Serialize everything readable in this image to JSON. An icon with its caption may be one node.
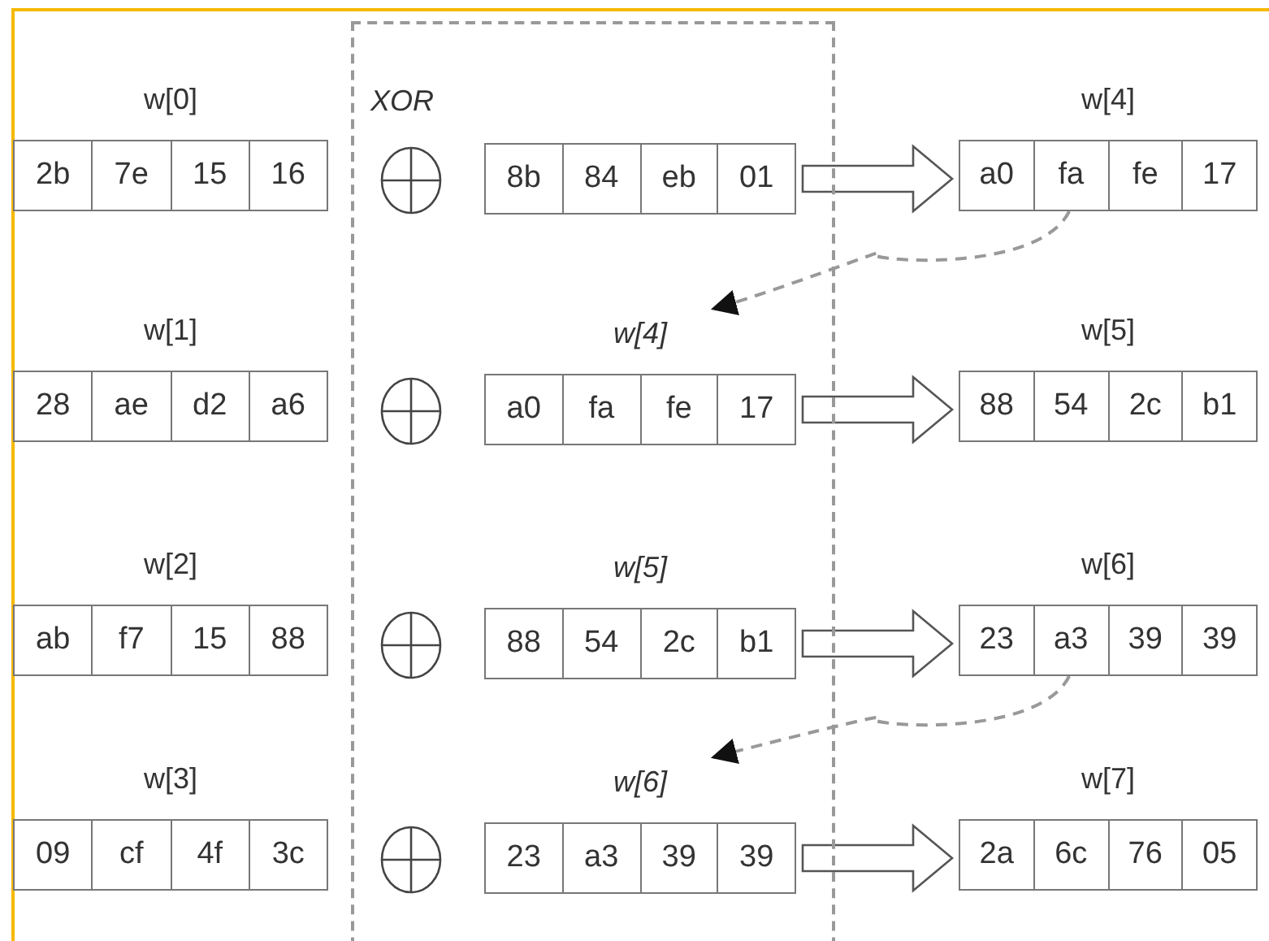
{
  "diagram": {
    "nodes": [
      {
        "text": [
          "w[0]",
          "2b",
          "7e",
          "15",
          "16"
        ]
      },
      {
        "text": [
          "XOR"
        ]
      },
      {
        "text": [
          "8b",
          "84",
          "eb",
          "01"
        ],
        "in": 1
      },
      {
        "text": [
          "w[4]",
          "a0",
          "fa",
          "fe",
          "17"
        ]
      },
      {
        "text": [
          "w[1]",
          "28",
          "ae",
          "d2",
          "a6"
        ]
      },
      {
        "text": [
          "w[4]",
          "a0",
          "fa",
          "fe",
          "17"
        ],
        "in": 1
      },
      {
        "text": [
          "w[5]",
          "88",
          "54",
          "2c",
          "b1"
        ]
      },
      {
        "text": [
          "w[2]",
          "ab",
          "f7",
          "15",
          "88"
        ]
      },
      {
        "text": [
          "w[5]",
          "88",
          "54",
          "2c",
          "b1"
        ],
        "in": 1
      },
      {
        "text": [
          "w[6]",
          "23",
          "a3",
          "39",
          "39"
        ]
      },
      {
        "text": [
          "w[3]",
          "09",
          "cf",
          "4f",
          "3c"
        ]
      },
      {
        "text": [
          "w[6]",
          "23",
          "a3",
          "39",
          "39"
        ],
        "in": 1
      },
      {
        "text": [
          "w[7]",
          "2a",
          "6c",
          "76",
          "05"
        ]
      }
    ],
    "edges": [
      {
        "from": 2,
        "to": 3,
        "arrow": "to"
      },
      {
        "from": 3,
        "to": 5,
        "arrow": "to",
        "style": "dashed"
      },
      {
        "from": 5,
        "to": 6,
        "arrow": "to"
      },
      {
        "from": 8,
        "to": 9,
        "arrow": "to"
      },
      {
        "from": 9,
        "to": 11,
        "arrow": "to",
        "style": "dashed"
      },
      {
        "from": 11,
        "to": 12,
        "arrow": "to"
      }
    ]
  }
}
